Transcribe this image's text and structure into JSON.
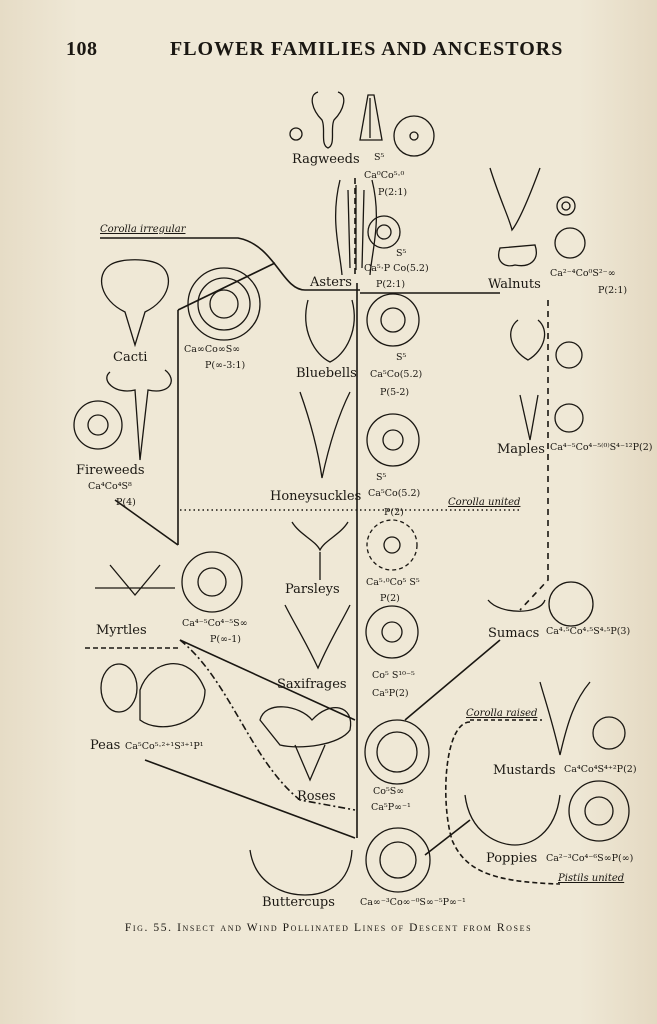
{
  "header": {
    "page_number": "108",
    "title": "FLOWER FAMILIES AND ANCESTORS"
  },
  "figure": {
    "caption": "Fig. 55. Insect and Wind Pollinated Lines of Descent from Roses",
    "annotations": {
      "corolla_irregular": "Corolla irregular",
      "corolla_united": "Corolla united",
      "corolla_raised": "Corolla raised",
      "pistils_united": "Pistils united"
    },
    "families": {
      "ragweeds": "Ragweeds",
      "asters": "Asters",
      "walnuts": "Walnuts",
      "cacti": "Cacti",
      "bluebells": "Bluebells",
      "maples": "Maples",
      "fireweeds": "Fireweeds",
      "honeysuckles": "Honeysuckles",
      "parsleys": "Parsleys",
      "myrtles": "Myrtles",
      "sumacs": "Sumacs",
      "saxifrages": "Saxifrages",
      "peas": "Peas",
      "roses": "Roses",
      "mustards": "Mustards",
      "poppies": "Poppies",
      "buttercups": "Buttercups"
    },
    "formulas": {
      "ragweeds_s": "S⁵",
      "ragweeds_ca": "Ca⁰Co⁵·⁰",
      "ragweeds_p": "P(2:1)",
      "asters_s": "S⁵",
      "asters_cap": "Ca⁵·P Co(5.2)",
      "asters_p": "P(2:1)",
      "walnuts": "Ca²⁻⁴Co⁰S²⁻∞",
      "walnuts_p": "P(2:1)",
      "cacti": "Ca∞Co∞S∞",
      "cacti_p": "P(∞-3:1)",
      "bluebells_s": "S⁵",
      "bluebells_ca": "Ca⁵Co(5.2)",
      "bluebells_p": "P(5-2)",
      "honeysuckles_s": "S⁵",
      "honeysuckles_ca": "Ca⁵Co(5.2)",
      "maples": "Ca⁴⁻⁵Co⁴⁻⁵⁽⁰⁾S⁴⁻¹²P(2)",
      "fireweeds": "Ca⁴Co⁴S⁸",
      "fireweeds_p": "P(4)",
      "parsleys_p": "P(2)",
      "parsleys_ca": "Ca⁵·⁰Co⁵ S⁵",
      "parsleys_p2": "P(2)",
      "myrtles": "Ca⁴⁻⁵Co⁴⁻⁵S∞",
      "myrtles_p": "P(∞-1)",
      "sumacs": "Ca⁴·⁵Co⁴·⁵S⁴·⁵P(3)",
      "saxifrages": "Co⁵ S¹⁰⁻⁵",
      "saxifrages_p": "Ca⁵P(2)",
      "peas": "Ca⁵Co⁵·²⁺¹S³⁺¹P¹",
      "roses": "Co⁵S∞",
      "roses_p": "Ca⁵P∞⁻¹",
      "mustards": "Ca⁴Co⁴S⁴⁺²P(2)",
      "poppies": "Ca²⁻³Co⁴⁻⁶S∞P(∞)",
      "buttercups": "Ca∞⁻³Co∞⁻⁰S∞⁻⁵P∞⁻¹"
    }
  }
}
